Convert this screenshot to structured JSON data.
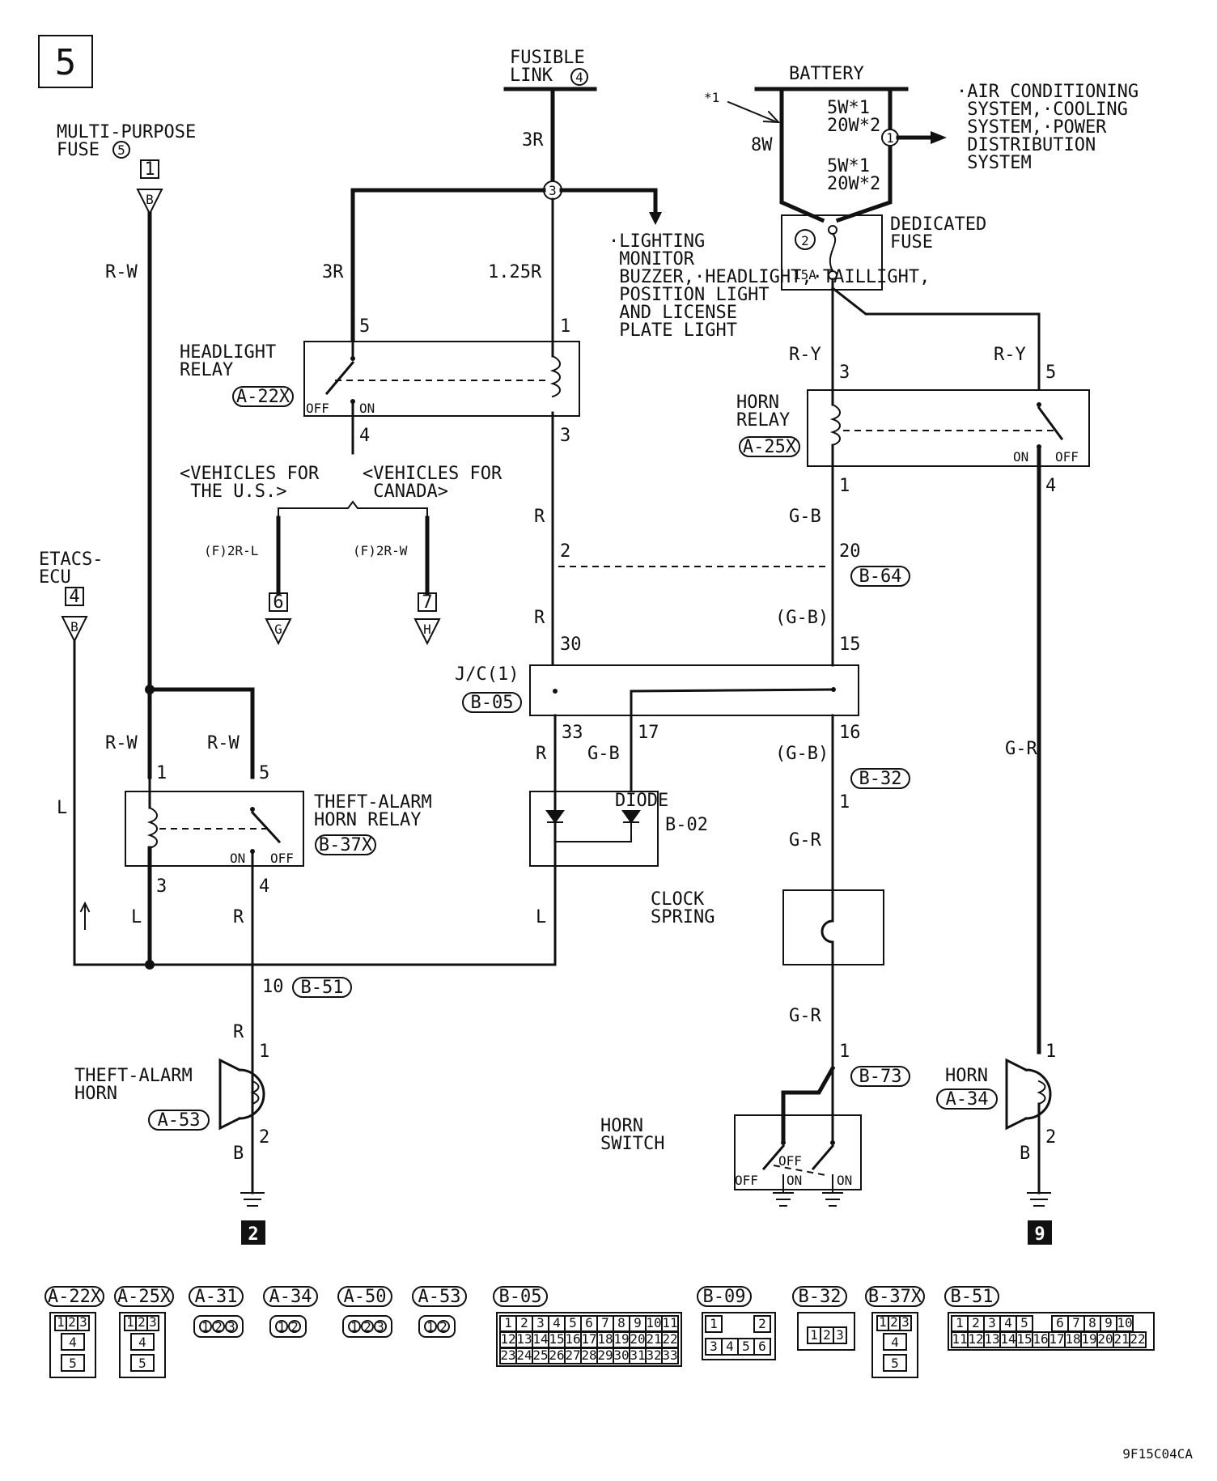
{
  "diagram_id": "5",
  "sources": {
    "fusible_link": "FUSIBLE\nLINK",
    "fusible_link_num": "4",
    "battery": "BATTERY",
    "multi_purpose_fuse": "MULTI-PURPOSE\nFUSE",
    "multi_purpose_fuse_num": "5",
    "etacs_ecu": "ETACS-\nECU",
    "etacs_pin": "4",
    "mpf_pin": "1",
    "pin_b": "B"
  },
  "battery_block": {
    "note_star": "*1",
    "rating_8w": "8W",
    "rating_top": "5W*1\n20W*2",
    "rating_bottom": "5W*1\n20W*2",
    "out_circle": "1",
    "outputs": [
      "·AIR CONDITIONING\n SYSTEM",
      "·COOLING\n SYSTEM",
      "·POWER\n DISTRIBUTION\n SYSTEM"
    ]
  },
  "dedicated_fuse": {
    "label": "DEDICATED\nFUSE",
    "num": "2",
    "amp": "15A"
  },
  "junction3": {
    "num": "3",
    "outputs": [
      "·LIGHTING\n MONITOR\n BUZZER",
      "·HEADLIGHT",
      "·TAILLIGHT,\n POSITION LIGHT\n AND LICENSE\n PLATE LIGHT"
    ]
  },
  "headlight_relay": {
    "label": "HEADLIGHT\nRELAY",
    "conn": "A-22X",
    "off": "OFF",
    "on": "ON",
    "pin5": "5",
    "pin1": "1",
    "pin4": "4",
    "pin3": "3"
  },
  "vehicles": {
    "us": "<VEHICLES FOR\n THE U.S.>",
    "canada": "<VEHICLES FOR\n CANADA>",
    "us_wire": "(F)2R-L",
    "ca_wire": "(F)2R-W",
    "us_box": "6",
    "us_letter": "G",
    "ca_box": "7",
    "ca_letter": "H"
  },
  "horn_relay": {
    "label": "HORN\nRELAY",
    "conn": "A-25X",
    "on": "ON",
    "off": "OFF",
    "pin3": "3",
    "pin5": "5",
    "pin1": "1",
    "pin4": "4"
  },
  "theft_relay": {
    "label": "THEFT-ALARM\nHORN RELAY",
    "conn": "B-37X",
    "on": "ON",
    "off": "OFF",
    "pin1": "1",
    "pin5": "5",
    "pin3": "3",
    "pin4": "4"
  },
  "jc": {
    "label": "J/C(1)",
    "conn": "B-05",
    "pin30": "30",
    "pin15": "15",
    "pin33": "33",
    "pin17": "17",
    "pin16": "16"
  },
  "diode": {
    "label": "DIODE",
    "conn": "B-02"
  },
  "clock_spring": "CLOCK\nSPRING",
  "theft_horn": {
    "label": "THEFT-ALARM\nHORN",
    "conn": "A-53",
    "pin1": "1",
    "pin2": "2",
    "ground": "2"
  },
  "horn": {
    "label": "HORN",
    "conn": "A-34",
    "pin1": "1",
    "pin2": "2",
    "ground": "9"
  },
  "horn_switch": {
    "label": "HORN\nSWITCH",
    "off1": "OFF",
    "on1": "ON",
    "off2": "OFF",
    "on2": "ON"
  },
  "wires": {
    "w3R_top": "3R",
    "w3R_left": "3R",
    "w125R": "1.25R",
    "wRW": "R-W",
    "wRW1": "R-W",
    "wRW5": "R-W",
    "wRY3": "R-Y",
    "wRY5": "R-Y",
    "wR_a": "R",
    "wR_b": "R",
    "wGB": "G-B",
    "wGB_b": "(G-B)",
    "wGB_c": "(G-B)",
    "wGB_17": "G-B",
    "wR_33": "R",
    "wGR_a": "G-R",
    "wGR_b": "G-R",
    "wGR_c": "G-R",
    "wL_etacs": "L",
    "wL_3": "L",
    "wR_4": "R",
    "wL_diode": "L",
    "wR_horn": "R",
    "wB_thorn": "B",
    "wB_horn": "B"
  },
  "connectors_mid": {
    "p2": "2",
    "p20": "20",
    "b64": "B-64",
    "b32": "B-32",
    "p32_1": "1",
    "p10": "10",
    "b51": "B-51",
    "b73": "B-73",
    "p73_1": "1"
  },
  "legend": {
    "connectors": [
      "A-22X",
      "A-25X",
      "A-31",
      "A-34",
      "A-50",
      "A-53",
      "B-05",
      "B-09",
      "B-32",
      "B-37X",
      "B-51"
    ],
    "relay_pins_top": [
      "1",
      "2",
      "3"
    ],
    "relay_pin_4": "4",
    "relay_pin_5": "5",
    "three_pins": [
      "1",
      "2",
      "3"
    ],
    "two_pins": [
      "1",
      "2"
    ],
    "b05_row1": [
      "1",
      "2",
      "3",
      "4",
      "5",
      "6",
      "7",
      "8",
      "9",
      "10",
      "11"
    ],
    "b05_row2": [
      "12",
      "13",
      "14",
      "15",
      "16",
      "17",
      "18",
      "19",
      "20",
      "21",
      "22"
    ],
    "b05_row3": [
      "23",
      "24",
      "25",
      "26",
      "27",
      "28",
      "29",
      "30",
      "31",
      "32",
      "33"
    ],
    "b09_top": [
      "1",
      "2"
    ],
    "b09_bottom": [
      "3",
      "4",
      "5",
      "6"
    ],
    "b32_pins": [
      "1",
      "2",
      "3"
    ],
    "b51_row1": [
      "1",
      "2",
      "3",
      "4",
      "5",
      "6",
      "7",
      "8",
      "9",
      "10"
    ],
    "b51_row2": [
      "11",
      "12",
      "13",
      "14",
      "15",
      "16",
      "17",
      "18",
      "19",
      "20",
      "21",
      "22"
    ]
  },
  "footer_code": "9F15C04CA"
}
